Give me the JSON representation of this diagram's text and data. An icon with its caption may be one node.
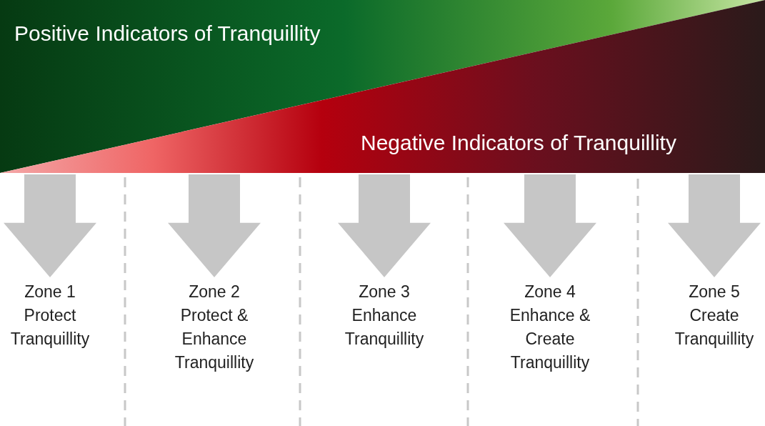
{
  "diagram": {
    "nodes": [
      {
        "text": [
          "Positive Indicators of Tranquillity",
          "Negative Indicators of Tranquillity"
        ]
      },
      {
        "text": [
          "Zone 1 Protect Tranquillity"
        ]
      },
      {
        "text": [
          "Zone 2 Protect & Enhance Tranquillity"
        ]
      },
      {
        "text": [
          "Zone 3 Enhance Tranquillity"
        ]
      },
      {
        "text": [
          "Zone 4 Enhance & Create Tranquillity"
        ]
      },
      {
        "text": [
          "Zone 5 Create Tranquillity"
        ]
      }
    ],
    "edges": [
      {
        "from": 0,
        "to": 1,
        "arrow": "to"
      },
      {
        "from": 0,
        "to": 2,
        "arrow": "to"
      },
      {
        "from": 0,
        "to": 3,
        "arrow": "to"
      },
      {
        "from": 0,
        "to": 4,
        "arrow": "to"
      },
      {
        "from": 0,
        "to": 5,
        "arrow": "to"
      }
    ]
  }
}
